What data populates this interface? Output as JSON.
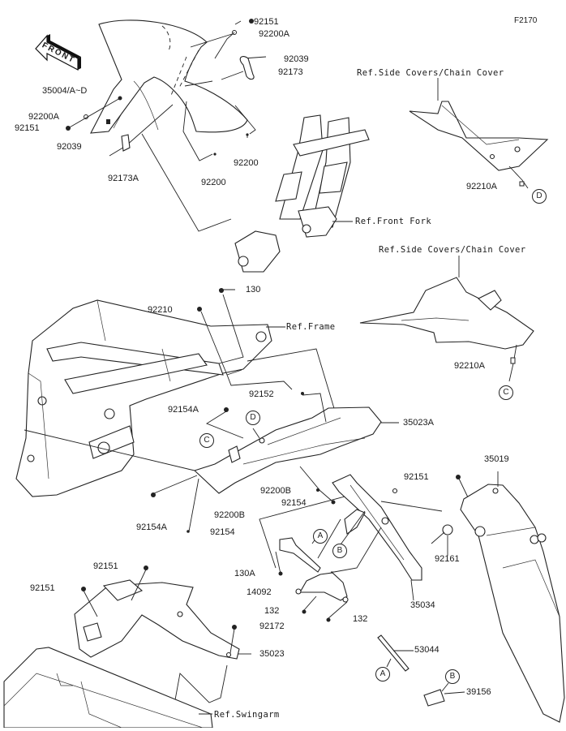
{
  "diagram": {
    "figure_id": "F2170",
    "front_arrow_label": "FRONT",
    "reference_labels": {
      "side_covers_top": "Ref.Side Covers/Chain Cover",
      "side_covers_mid": "Ref.Side Covers/Chain Cover",
      "front_fork": "Ref.Front Fork",
      "frame": "Ref.Frame",
      "swingarm": "Ref.Swingarm"
    },
    "part_labels": {
      "p92151_top": "92151",
      "p92200A_top": "92200A",
      "p92039_top": "92039",
      "p92173": "92173",
      "p35004": "35004/A~D",
      "p92200A_left": "92200A",
      "p92151_left": "92151",
      "p92039_left": "92039",
      "p92173A": "92173A",
      "p92200_a": "92200",
      "p92200_b": "92200",
      "p92210A_top": "92210A",
      "p130": "130",
      "p92210": "92210",
      "p92210A_mid": "92210A",
      "p92152": "92152",
      "p92154A_top": "92154A",
      "p35023A": "35023A",
      "p92200B_right": "92200B",
      "p92154_right": "92154",
      "p92154A_bottom": "92154A",
      "p92200B_left": "92200B",
      "p92154_left": "92154",
      "p92151_right": "92151",
      "p35019": "35019",
      "p92161": "92161",
      "p35034": "35034",
      "p130A": "130A",
      "p14092": "14092",
      "p132_left": "132",
      "p132_right": "132",
      "p92151_bl1": "92151",
      "p92151_bl2": "92151",
      "p92172": "92172",
      "p35023": "35023",
      "p53044": "53044",
      "p39156": "39156"
    },
    "callouts": {
      "A_bracket": "A",
      "A_rod": "A",
      "B_bracket": "B",
      "B_cap": "B",
      "C_mid": "C",
      "C_cover": "C",
      "D_mid": "D",
      "D_cover": "D"
    }
  }
}
